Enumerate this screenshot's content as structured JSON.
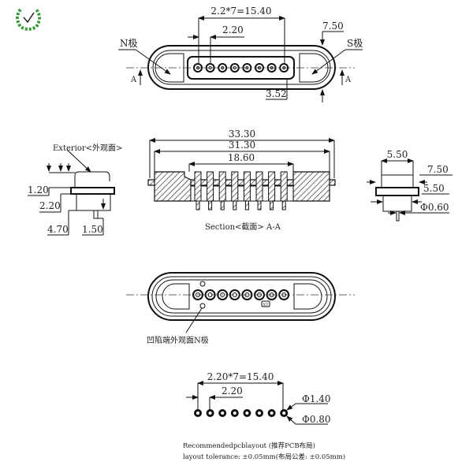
{
  "logo": {
    "icon": "laurel-check-logo",
    "color": "#3a9a3a"
  },
  "top_view": {
    "pitch_total": "2.2*7=15.40",
    "pitch": "2.20",
    "width": "7.50",
    "inner_offset": "3.52",
    "n_pole": "N极",
    "s_pole": "S极",
    "section_mark": "A"
  },
  "side_view": {
    "exterior_label": "Exterior<外观面>",
    "dims": [
      "1.20",
      "2.20",
      "4.70",
      "1.50"
    ]
  },
  "section_view": {
    "overall_length": "33.30",
    "body_length": "31.30",
    "pin_span": "18.60",
    "caption": "Section<截面>  A-A"
  },
  "end_view": {
    "top_width": "5.50",
    "flange_width": "7.50",
    "body_width": "5.50",
    "pin_diameter": "Φ0.60"
  },
  "bottom_view": {
    "callout": "凹陷端外观面N极",
    "marking": "XT"
  },
  "pcb_layout": {
    "pitch_total": "2.20*7=15.40",
    "pitch": "2.20",
    "pad_diameter": "Φ1.40",
    "hole_diameter": "Φ0.80",
    "title": "Recommendedpcblayout    (推荐PCB布局)",
    "tolerance": "layout tolerance: ±0.05mm(布局公差: ±0.05mm)"
  }
}
